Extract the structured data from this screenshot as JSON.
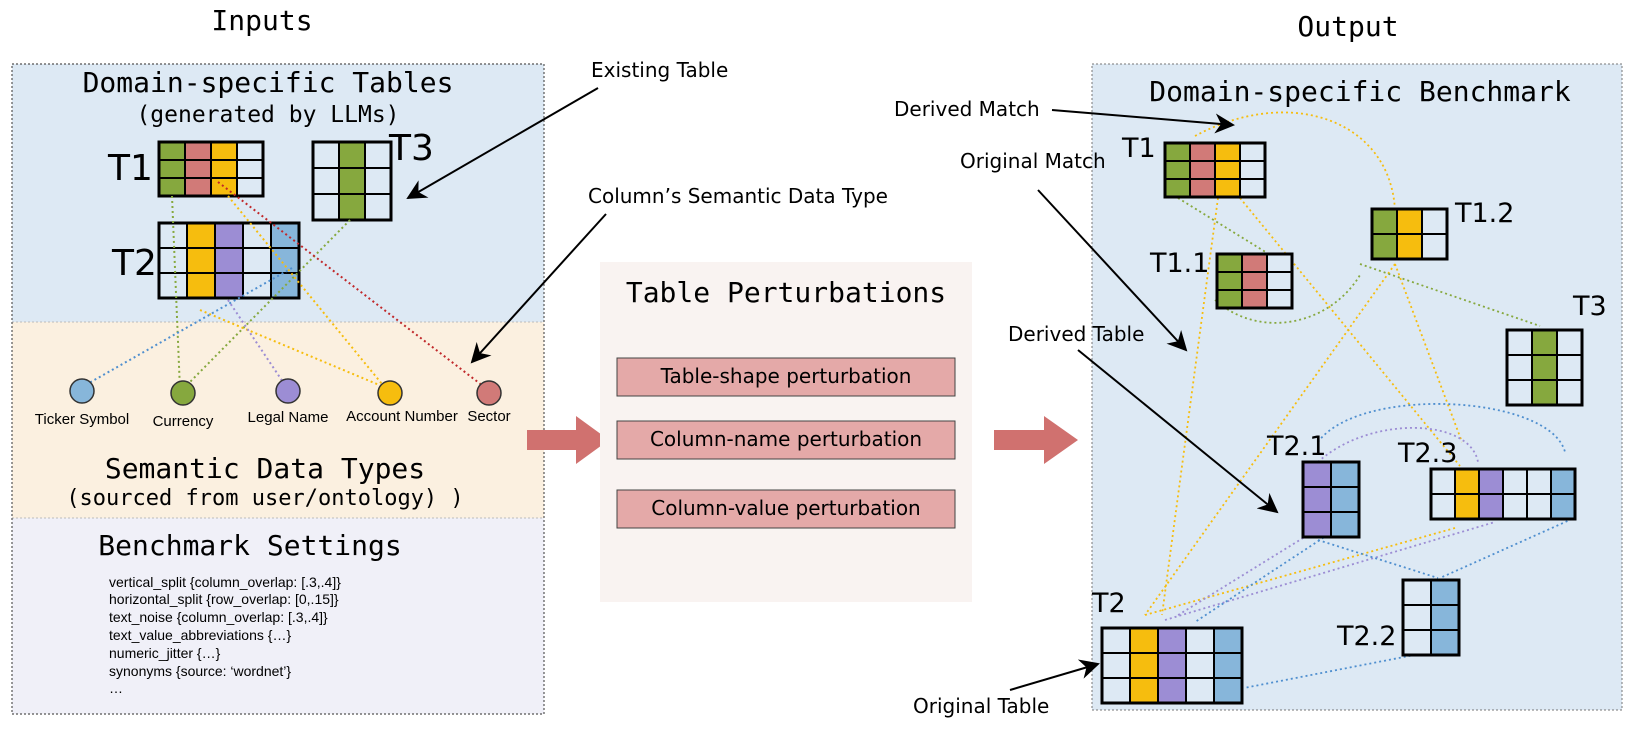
{
  "inputs": {
    "title": "Inputs",
    "tables_panel": {
      "title": "Domain-specific Tables",
      "subtitle": "(generated by LLMs)",
      "tables": [
        {
          "label": "T1",
          "rows": [
            [
              "green",
              "red",
              "yellow",
              "light"
            ],
            [
              "green",
              "red",
              "yellow",
              "light"
            ],
            [
              "green",
              "red",
              "yellow",
              "light"
            ]
          ]
        },
        {
          "label": "T3",
          "rows": [
            [
              "light",
              "green",
              "light"
            ],
            [
              "light",
              "green",
              "light"
            ],
            [
              "light",
              "green",
              "light"
            ]
          ]
        },
        {
          "label": "T2",
          "rows": [
            [
              "light",
              "yellow",
              "purple",
              "light",
              "blue"
            ],
            [
              "light",
              "yellow",
              "purple",
              "light",
              "blue"
            ],
            [
              "light",
              "yellow",
              "purple",
              "light",
              "blue"
            ]
          ]
        }
      ]
    },
    "types_panel": {
      "types": [
        {
          "label": "Ticker Symbol",
          "color": "blue"
        },
        {
          "label": "Currency",
          "color": "green"
        },
        {
          "label": "Legal Name",
          "color": "purple"
        },
        {
          "label": "Account Number",
          "color": "yellow"
        },
        {
          "label": "Sector",
          "color": "red"
        }
      ],
      "title": "Semantic Data Types",
      "subtitle": "(sourced from user/ontology) )"
    },
    "settings_panel": {
      "title": "Benchmark Settings",
      "lines": [
        "vertical_split {column_overlap: [.3,.4]}",
        "horizontal_split {row_overlap: [0,.15]}",
        "text_noise {column_overlap: [.3,.4]}",
        "text_value_abbreviations {…}",
        "numeric_jitter {…}",
        "synonyms {source: ‘wordnet’}",
        "…"
      ]
    }
  },
  "annotations": {
    "existing_table": "Existing Table",
    "semantic_type": "Column’s Semantic Data Type"
  },
  "perturbations": {
    "title": "Table Perturbations",
    "items": [
      "Table-shape perturbation",
      "Column-name perturbation",
      "Column-value perturbation"
    ]
  },
  "output": {
    "title": "Output",
    "panel_title": "Domain-specific Benchmark",
    "annotations": {
      "derived_match": "Derived Match",
      "original_match": "Original Match",
      "derived_table": "Derived Table",
      "original_table": "Original Table"
    },
    "tables": [
      {
        "label": "T1",
        "rows": [
          [
            "green",
            "red",
            "yellow",
            "light"
          ],
          [
            "green",
            "red",
            "yellow",
            "light"
          ],
          [
            "green",
            "red",
            "yellow",
            "light"
          ]
        ]
      },
      {
        "label": "T1.2",
        "rows": [
          [
            "green",
            "yellow",
            "light"
          ],
          [
            "green",
            "yellow",
            "light"
          ]
        ]
      },
      {
        "label": "T1.1",
        "rows": [
          [
            "green",
            "red",
            "light"
          ],
          [
            "green",
            "red",
            "light"
          ],
          [
            "green",
            "red",
            "light"
          ]
        ]
      },
      {
        "label": "T3",
        "rows": [
          [
            "light",
            "green",
            "light"
          ],
          [
            "light",
            "green",
            "light"
          ],
          [
            "light",
            "green",
            "light"
          ]
        ]
      },
      {
        "label": "T2.1",
        "rows": [
          [
            "purple",
            "blue"
          ],
          [
            "purple",
            "blue"
          ],
          [
            "purple",
            "blue"
          ]
        ]
      },
      {
        "label": "T2.3",
        "rows": [
          [
            "light",
            "yellow",
            "purple",
            "light",
            "light",
            "blue"
          ],
          [
            "light",
            "yellow",
            "purple",
            "light",
            "light",
            "blue"
          ]
        ]
      },
      {
        "label": "T2.2",
        "rows": [
          [
            "light",
            "blue"
          ],
          [
            "light",
            "blue"
          ],
          [
            "light",
            "blue"
          ]
        ]
      },
      {
        "label": "T2",
        "rows": [
          [
            "light",
            "yellow",
            "purple",
            "light",
            "blue"
          ],
          [
            "light",
            "yellow",
            "purple",
            "light",
            "blue"
          ],
          [
            "light",
            "yellow",
            "purple",
            "light",
            "blue"
          ]
        ]
      }
    ]
  },
  "palette": {
    "green": "#86a83e",
    "red": "#d17a78",
    "yellow": "#f6bd0e",
    "purple": "#9c8dd4",
    "blue": "#87b6da",
    "light": "#dde9f4",
    "panel_blue": "#dde9f4",
    "panel_tan": "#fbf0e0",
    "panel_lav": "#f0f0f8",
    "pert_bg": "#f9f3f1",
    "pert_box": "#e4a9a8",
    "arrow": "#d0716f"
  }
}
